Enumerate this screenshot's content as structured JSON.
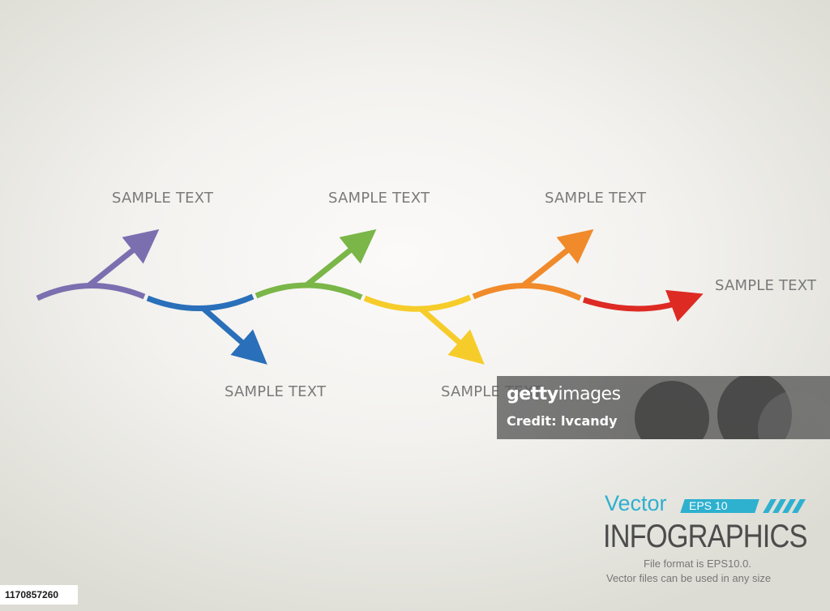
{
  "diagram": {
    "segments": [
      {
        "name": "segment-purple",
        "color": "#7c6fb0",
        "label": "SAMPLE TEXT",
        "branch": "up"
      },
      {
        "name": "segment-blue",
        "color": "#2a6fb9",
        "label": "SAMPLE TEXT",
        "branch": "down"
      },
      {
        "name": "segment-green",
        "color": "#7ab648",
        "label": "SAMPLE TEXT",
        "branch": "up"
      },
      {
        "name": "segment-yellow",
        "color": "#f6cc2a",
        "label": "SAMPLE TEXT",
        "branch": "down"
      },
      {
        "name": "segment-orange",
        "color": "#f08a2a",
        "label": "SAMPLE TEXT",
        "branch": "up"
      },
      {
        "name": "segment-red",
        "color": "#dd2b24",
        "label": "SAMPLE TEXT",
        "branch": "end"
      }
    ]
  },
  "badge": {
    "vector": "Vector",
    "eps": "EPS 10",
    "infographics": "INFOGRAPHICS",
    "note_line1": "File format is EPS10.0.",
    "note_line2": "Vector files can be used in any size"
  },
  "watermark": {
    "brand_bold": "getty",
    "brand_light": "images",
    "credit": "Credit: lvcandy",
    "image_id": "1170857260"
  }
}
